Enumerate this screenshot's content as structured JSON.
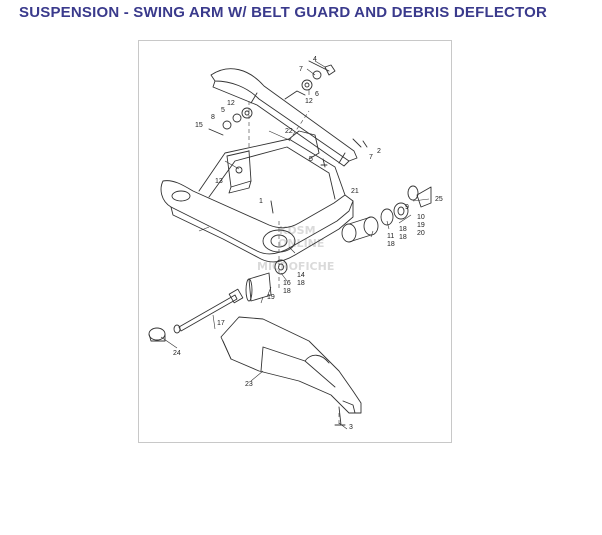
{
  "header": {
    "title": "SUSPENSION - SWING ARM W/ BELT GUARD AND DEBRIS DEFLECTOR",
    "title_color": "#3a3a8c"
  },
  "watermark": {
    "line1": "KDSM",
    "line2": "ONLINE",
    "line3": "MICROFICHE"
  },
  "callouts": [
    "4",
    "7",
    "6",
    "12",
    "12",
    "5",
    "8",
    "15",
    "22",
    "7",
    "2",
    "5",
    "21",
    "13",
    "1",
    "25",
    "9",
    "10",
    "19",
    "18",
    "18",
    "11",
    "18",
    "14",
    "18",
    "16",
    "18",
    "19",
    "17",
    "24",
    "23",
    "3",
    "20"
  ]
}
